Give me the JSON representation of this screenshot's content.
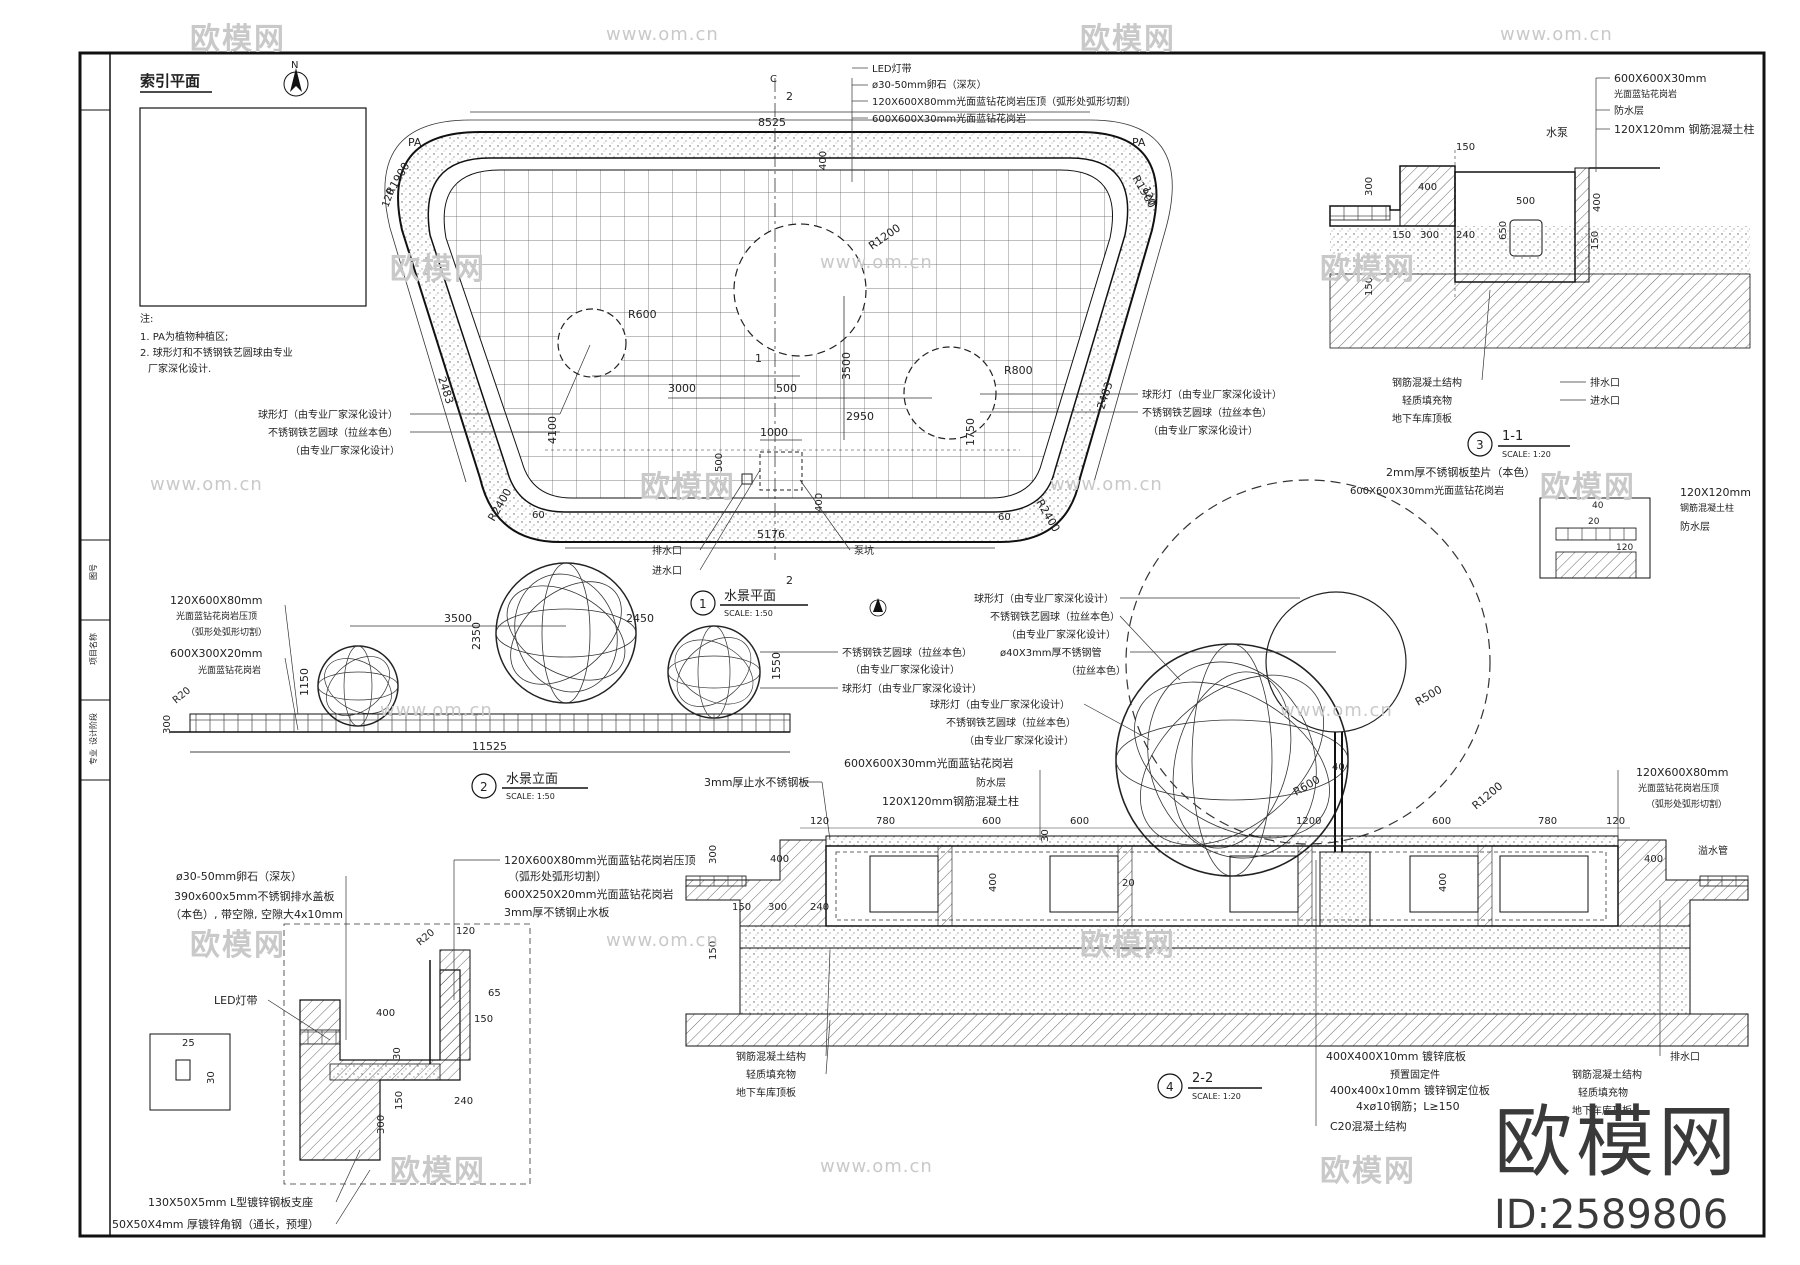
{
  "brand": {
    "name": "欧模网",
    "id": "ID:2589806"
  },
  "watermark": {
    "cn": "欧模网",
    "url": "www.om.cn"
  },
  "titles": {
    "index_plan": "索引平面",
    "north": "N",
    "plan_title": "水景平面",
    "plan_num": "1",
    "plan_scale": "SCALE:  1:50",
    "elev_title": "水景立面",
    "elev_num": "2",
    "elev_scale": "SCALE:  1:50",
    "sec1_title": "1-1",
    "sec1_num": "3",
    "sec1_scale": "SCALE:  1:20",
    "sec2_title": "2-2",
    "sec2_num": "4",
    "sec2_scale": "SCALE:  1:20"
  },
  "notes": {
    "head": "注:",
    "line1": "1. PA为植物种植区;",
    "line2": "2. 球形灯和不锈钢铁艺圆球由专业",
    "line3": "厂家深化设计."
  },
  "plan_labels": {
    "pa_left": "PA",
    "pa_right": "PA",
    "c_mark": "C",
    "cut2": "2",
    "cut1": "1",
    "r1900a": "R1900",
    "r1900b": "R1900",
    "r120a": "120",
    "r120b": "120",
    "r2400a": "R2400",
    "r2400b": "R2400",
    "d60a": "60",
    "d60b": "60",
    "d2483a": "2483",
    "d2483b": "2483",
    "d8525": "8525",
    "d400": "400",
    "d5176": "5176",
    "r1200": "R1200",
    "r600": "R600",
    "r800": "R800",
    "d3000": "3000",
    "d500": "500",
    "d3500": "3500",
    "d2950": "2950",
    "d1000": "1000",
    "d500b": "500",
    "d1750": "1750",
    "d4100": "4100",
    "d400b": "400",
    "drain": "排水口",
    "inlet": "进水口",
    "pump": "泵坑",
    "l_led": "LED灯带",
    "l_pebble": "ø30-50mm卵石（深灰）",
    "l_cap": "120X600X80mm光面蓝钻花岗岩压顶（弧形处弧形切割）",
    "l_tile": "600X600X30mm光面蓝钻花岗岩",
    "l_ball_left1": "球形灯（由专业厂家深化设计）",
    "l_ball_left2": "不锈钢铁艺圆球（拉丝本色）",
    "l_ball_left3": "（由专业厂家深化设计）",
    "l_ball_right1": "球形灯（由专业厂家深化设计）",
    "l_ball_right2": "不锈钢铁艺圆球（拉丝本色）",
    "l_ball_right3": "（由专业厂家深化设计）"
  },
  "elev_labels": {
    "cap1": "120X600X80mm",
    "cap2": "光面蓝钻花岗岩压顶",
    "cap3": "（弧形处弧形切割）",
    "tile1": "600X300X20mm",
    "tile2": "光面蓝钻花岗岩",
    "d3500": "3500",
    "d2450": "2450",
    "d2350": "2350",
    "d1150": "1150",
    "d1550": "1550",
    "d300": "300",
    "r20": "R20",
    "d11525": "11525",
    "lb1": "不锈钢铁艺圆球（拉丝本色）",
    "lb2": "（由专业厂家深化设计）",
    "lb3": "球形灯（由专业厂家深化设计）"
  },
  "sec1_labels": {
    "tile": "600X600X30mm",
    "tile2": "光面蓝钻花岗岩",
    "waterproof": "防水层",
    "column": "120X120mm 钢筋混凝土柱",
    "pump": "水泵",
    "d150": "150",
    "d400": "400",
    "d500": "500",
    "d400b": "400",
    "d300": "300",
    "d150b": "150",
    "d300b": "300",
    "d240": "240",
    "d150c": "150",
    "d650": "650",
    "d150d": "150",
    "struct": "钢筋混凝土结构",
    "fill": "轻质填充物",
    "roof": "地下车库顶板",
    "drain": "排水口",
    "inlet": "进水口"
  },
  "detail_labels": {
    "plate": "2mm厚不锈钢板垫片（本色）",
    "tile": "600X600X30mm光面蓝钻花岗岩",
    "column1": "120X120mm",
    "column2": "钢筋混凝土柱",
    "waterproof": "防水层",
    "d40": "40",
    "d20": "20",
    "d120": "120"
  },
  "sec2_labels": {
    "l1": "球形灯（由专业厂家深化设计）",
    "l2": "不锈钢铁艺圆球（拉丝本色）",
    "l3": "（由专业厂家深化设计）",
    "l4": "ø40X3mm厚不锈钢管",
    "l5": "（拉丝本色）",
    "l6": "球形灯（由专业厂家深化设计）",
    "l7": "不锈钢铁艺圆球（拉丝本色）",
    "l8": "（由专业厂家深化设计）",
    "tile": "600X600X30mm光面蓝钻花岗岩",
    "stop": "3mm厚止水不锈钢板",
    "waterproof": "防水层",
    "column": "120X120mm钢筋混凝土柱",
    "cap1": "120X600X80mm",
    "cap2": "光面蓝钻花岗岩压顶",
    "cap3": "（弧形处弧形切割）",
    "overflow": "溢水管",
    "r500": "R500",
    "r600": "R600",
    "r1200": "R1200",
    "d40": "40",
    "d120a": "120",
    "d780a": "780",
    "d600a": "600",
    "d600b": "600",
    "d1200": "1200",
    "d600c": "600",
    "d780b": "780",
    "d120b": "120",
    "d400a": "400",
    "d400b": "400",
    "d300": "300",
    "d150a": "150",
    "d300b": "300",
    "d240": "240",
    "d400c": "400",
    "d400d": "400",
    "d20": "20",
    "d150b": "150",
    "d30": "30",
    "struct": "钢筋混凝土结构",
    "fill": "轻质填充物",
    "roof": "地下车库顶板",
    "base1": "400X400X10mm 镀锌底板",
    "base2": "预置固定件",
    "base3": "400x400x10mm 镀锌钢定位板",
    "base4": "4xø10钢筋；L≥150",
    "base5": "C20混凝土结构",
    "drain": "排水口",
    "struct2": "钢筋混凝土结构",
    "fill2": "轻质填充物",
    "roof2": "地下车库顶板"
  },
  "sec_small_labels": {
    "pebble": "ø30-50mm卵石（深灰）",
    "cover1": "390x600x5mm不锈钢排水盖板",
    "cover2": "（本色）, 带空隙, 空隙大4x10mm",
    "cap": "120X600X80mm光面蓝钻花岗岩压顶",
    "cap2": "（弧形处弧形切割）",
    "tile": "600X250X20mm光面蓝钻花岗岩",
    "stop": "3mm厚不锈钢止水板",
    "led": "LED灯带",
    "d120": "120",
    "r20": "R20",
    "d65": "65",
    "d400": "400",
    "d150": "150",
    "d30": "30",
    "d150b": "150",
    "d240": "240",
    "d300": "300",
    "d25": "25",
    "d30b": "30",
    "angle1": "130X50X5mm L型镀锌钢板支座",
    "angle2": "50X50X4mm 厚镀锌角钢（通长，预埋）"
  },
  "titleblock": {
    "t1": "图号",
    "t2": "项目名称",
    "t3": "设计阶段",
    "t4": "专业"
  }
}
